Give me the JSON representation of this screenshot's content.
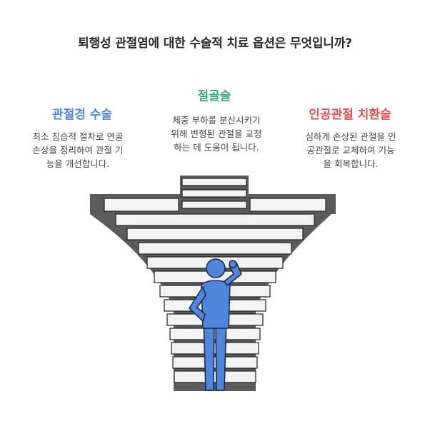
{
  "title": "퇴행성 관절염에 대한 수술적 치료 옵션은 무엇입니까?",
  "options": [
    {
      "title": "관절경 수술",
      "color": "#4f86dd",
      "desc": [
        "최소 침습적 절차로 연골",
        "손상을 정리하여 관절 기",
        "능을 개선합니다."
      ]
    },
    {
      "title": "절골술",
      "color": "#3ba97a",
      "desc": [
        "체중 부하를 분산시키기",
        "위해 변형된 관절을 교정",
        "하는 데 도움이 됩니다."
      ]
    },
    {
      "title": "인공관절 치환술",
      "color": "#e04d4d",
      "desc": [
        "심하게 손상된 관절을 인",
        "공관절로 교체하여 기능",
        "을 회복합니다."
      ]
    }
  ],
  "colors": {
    "stair_dark": "#5b5b5b",
    "stair_light": "#f3f3f3",
    "person": "#4f86dd"
  },
  "icons": [
    "staircase-icon",
    "thinking-person-icon"
  ]
}
